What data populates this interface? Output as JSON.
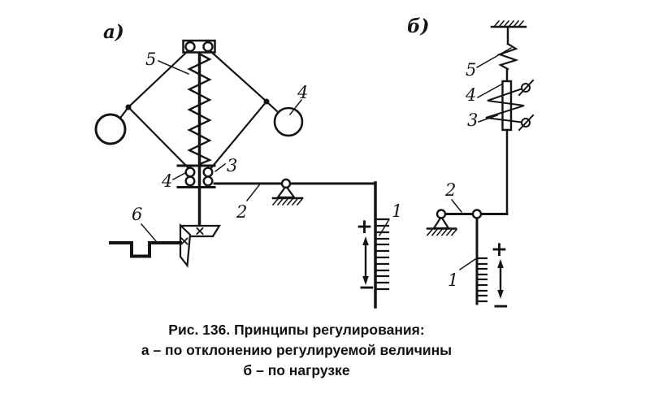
{
  "colors": {
    "ink": "#141414",
    "background": "#ffffff"
  },
  "caption": {
    "line1": "Рис. 136. Принципы регулирования:",
    "line2": "а – по отклонению регулируемой величины",
    "line3": "б – по нагрузке"
  },
  "diagram_a": {
    "title_label": "а)",
    "labels": {
      "rack": "1",
      "lever": "2",
      "sleeve_roller_top": "3",
      "sleeve_roller_left": "4",
      "ball": "4",
      "spring": "5",
      "drive_shaft": "6"
    },
    "plus": "+",
    "minus": "−"
  },
  "diagram_b": {
    "title_label": "б)",
    "labels": {
      "rack": "1",
      "link": "2",
      "coil": "3",
      "core": "4",
      "spring": "5"
    },
    "plus": "+",
    "minus": "−"
  }
}
